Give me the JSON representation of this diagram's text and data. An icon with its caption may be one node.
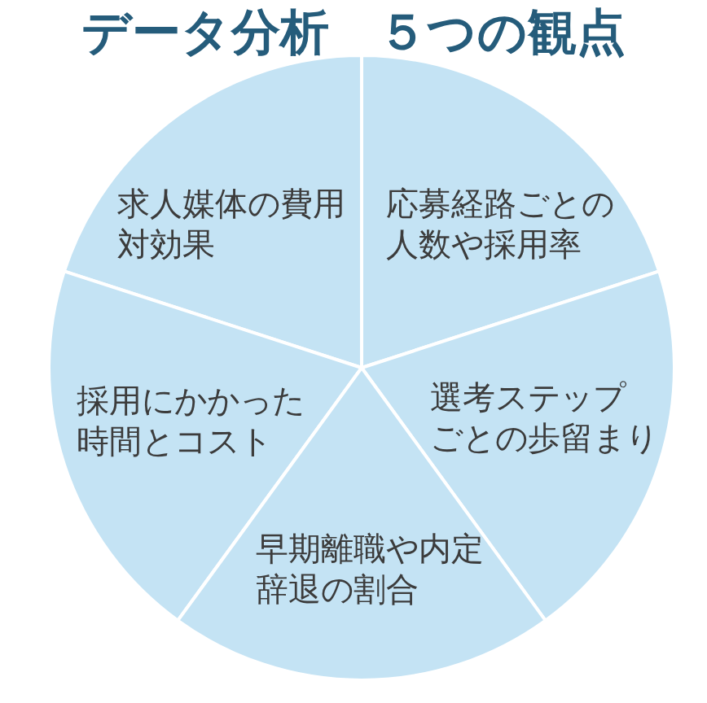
{
  "diagram": {
    "title": "データ分析　５つの観点",
    "nodes": [
      {
        "text": [
          "求人媒体の費用対効果"
        ]
      },
      {
        "text": [
          "応募経路ごとの人数や採用率"
        ]
      },
      {
        "text": [
          "採用にかかった時間とコスト"
        ]
      },
      {
        "text": [
          "選考ステップごとの歩留まり"
        ]
      },
      {
        "text": [
          "早期離職や内定辞退の割合"
        ]
      }
    ]
  }
}
